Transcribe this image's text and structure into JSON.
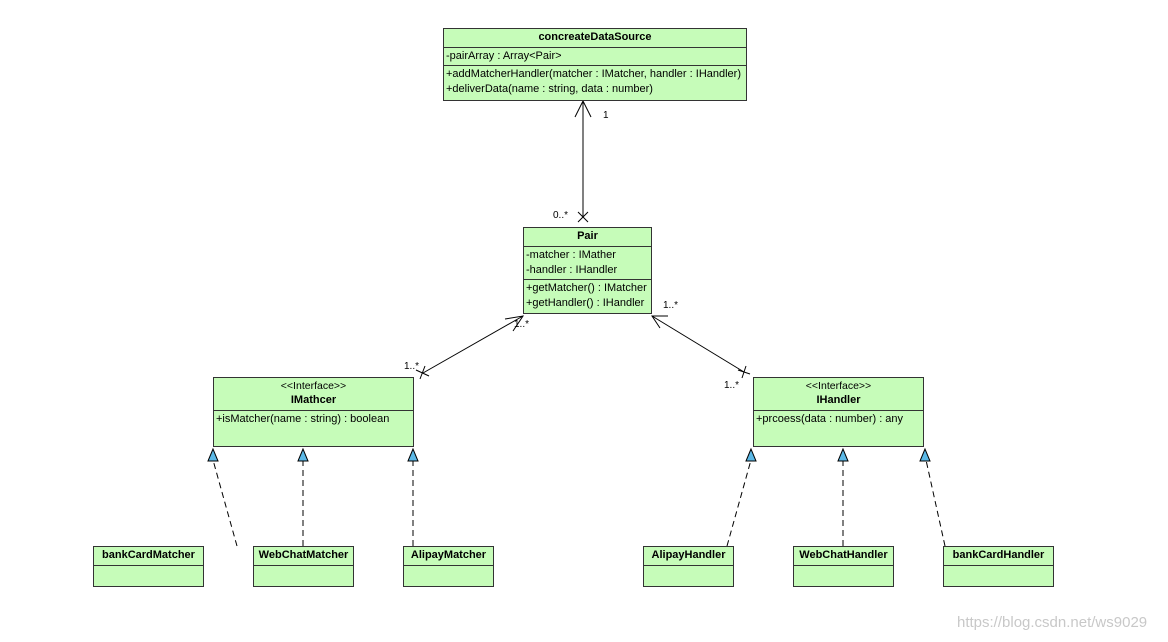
{
  "classes": {
    "data_source": {
      "name": "concreateDataSource",
      "attributes": [
        "-pairArray : Array<Pair>"
      ],
      "operations": [
        "+addMatcherHandler(matcher : IMatcher, handler : IHandler)",
        "+deliverData(name : string, data : number)"
      ]
    },
    "pair": {
      "name": "Pair",
      "attributes": [
        "-matcher : IMather",
        "-handler : IHandler"
      ],
      "operations": [
        "+getMatcher() : IMatcher",
        "+getHandler() : IHandler"
      ]
    },
    "imatcher": {
      "stereotype": "<<Interface>>",
      "name": "IMathcer",
      "operations": [
        "+isMatcher(name : string) : boolean"
      ]
    },
    "ihandler": {
      "stereotype": "<<Interface>>",
      "name": "IHandler",
      "operations": [
        "+prcoess(data : number) : any"
      ]
    },
    "bank_card_matcher": {
      "name": "bankCardMatcher"
    },
    "webchat_matcher": {
      "name": "WebChatMatcher"
    },
    "alipay_matcher": {
      "name": "AlipayMatcher"
    },
    "alipay_handler": {
      "name": "AlipayHandler"
    },
    "webchat_handler": {
      "name": "WebChatHandler"
    },
    "bank_card_handler": {
      "name": "bankCardHandler"
    }
  },
  "multiplicities": {
    "source_end": "1",
    "pair_top_end": "0..*",
    "pair_left_end": "1..*",
    "matcher_end": "1..*",
    "pair_right_end": "1..*",
    "handler_end": "1..*"
  },
  "watermark": "https://blog.csdn.net/ws9029",
  "colors": {
    "class_fill": "#c6fcb9",
    "border": "#333333",
    "realization_arrowhead": "#5bb8e6"
  }
}
